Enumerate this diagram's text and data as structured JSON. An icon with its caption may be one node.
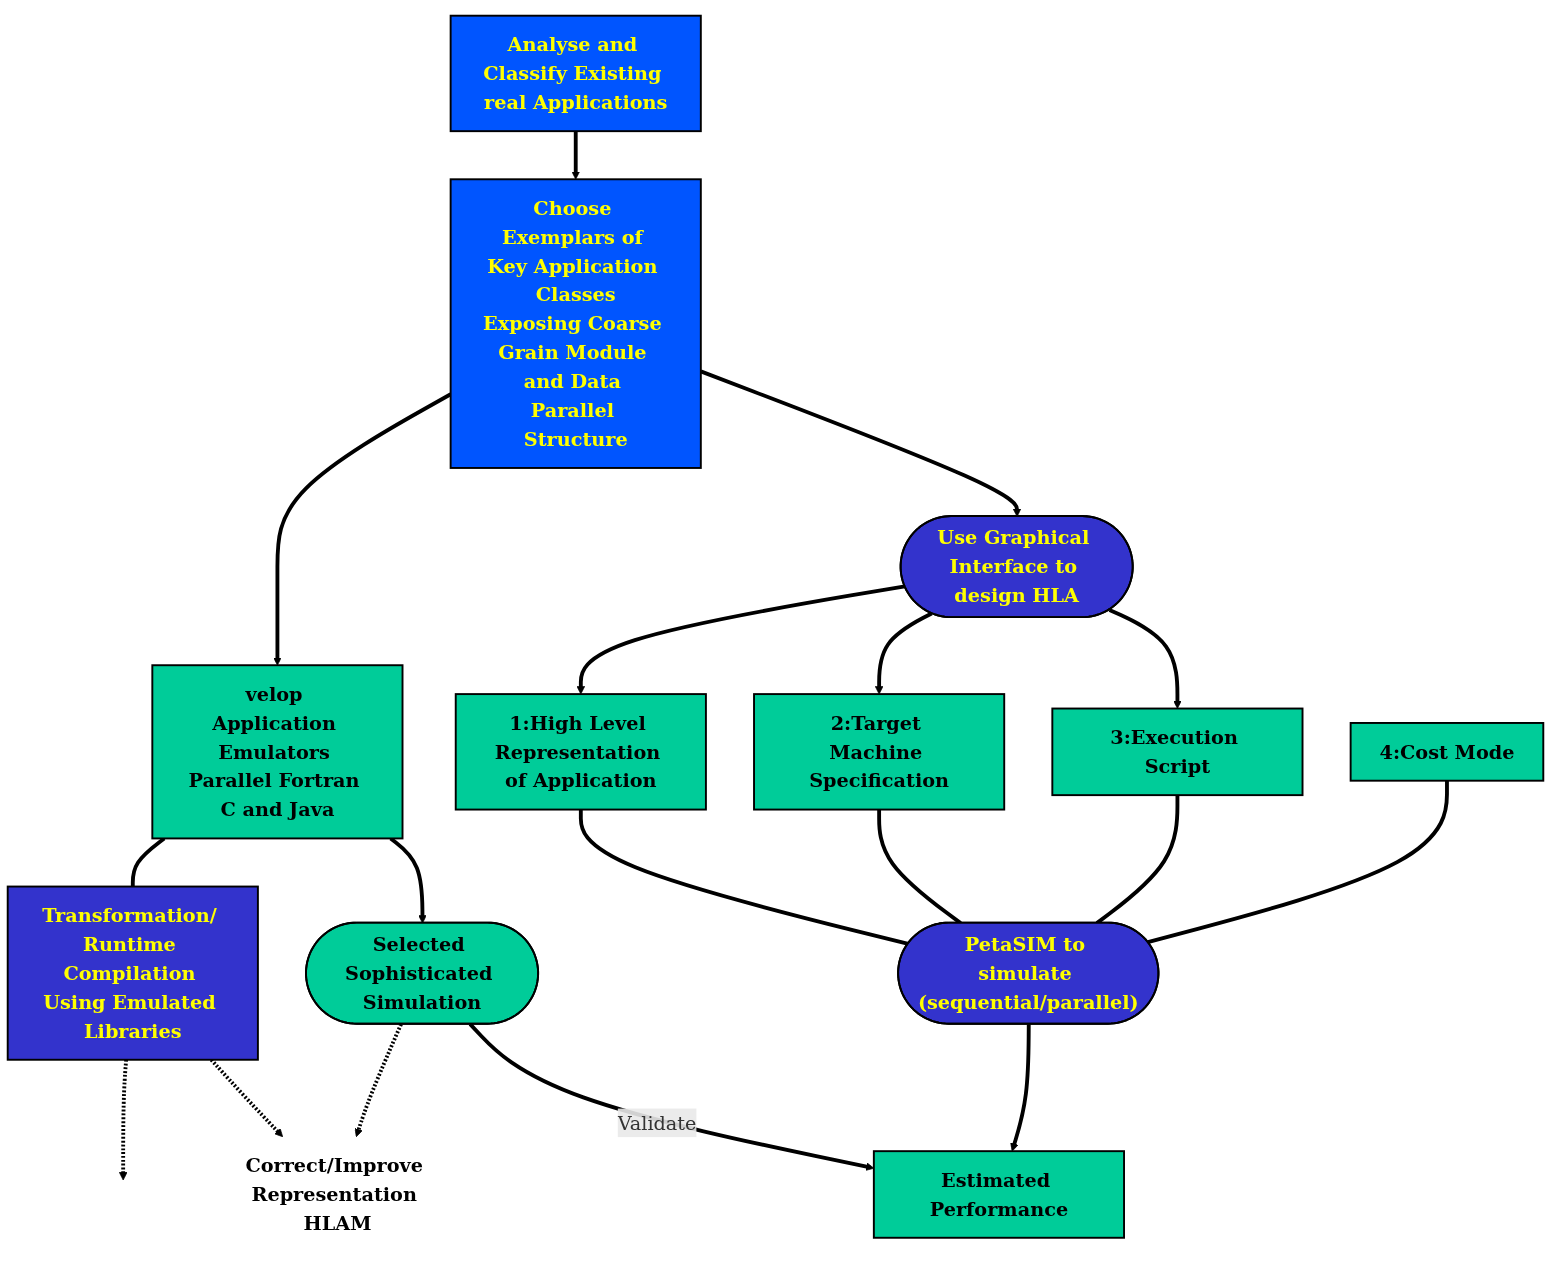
{
  "diagram": {
    "nodes": [
      {
        "text": [
          "Analyse and Classify Existing real Applications"
        ]
      },
      {
        "text": [
          "Choose Exemplars of Key Application Classes",
          "Exposing Coarse Grain Module and Data Parallel Structure"
        ]
      },
      {
        "text": [
          "velop Application Emulators Parallel Fortran C and Java"
        ]
      },
      {
        "text": [
          "Transformation/ Runtime Compilation Using Emulated Libraries"
        ]
      },
      {
        "text": [
          "Use Graphical Interface to design HLA"
        ]
      },
      {
        "text": [
          "1:High Level Representation of Application"
        ]
      },
      {
        "text": [
          "2:Target Machine Specification"
        ]
      },
      {
        "text": [
          "3:Execution Script"
        ]
      },
      {
        "text": [
          "4:Cost Mode"
        ]
      },
      {
        "text": [
          "Correct/Improve Representation HLAM"
        ]
      },
      {
        "text": [
          "Selected Sophisticated Simulation"
        ]
      },
      {
        "text": [
          "PetaSIM to simulate (sequential/parallel)"
        ]
      },
      {
        "text": [
          "Estimated Performance"
        ]
      }
    ],
    "edges": [
      {
        "from": 0,
        "to": 1,
        "arrow": "to"
      },
      {
        "from": 1,
        "to": 2,
        "arrow": "to"
      },
      {
        "from": 1,
        "to": 4,
        "arrow": "to"
      },
      {
        "from": 4,
        "to": 5,
        "arrow": "to"
      },
      {
        "from": 4,
        "to": 6,
        "arrow": "to"
      },
      {
        "from": 4,
        "to": 7,
        "arrow": "to"
      },
      {
        "from": 2,
        "to": 3,
        "arrow": "none"
      },
      {
        "from": 2,
        "to": 10,
        "arrow": "to"
      },
      {
        "from": 3,
        "to": null,
        "arrow": "to",
        "style": "dashed"
      },
      {
        "from": 3,
        "to": 9,
        "arrow": "to",
        "style": "dashed"
      },
      {
        "from": 10,
        "to": 9,
        "arrow": "to",
        "style": "dashed"
      },
      {
        "from": 7,
        "to": 11,
        "arrow": "none"
      },
      {
        "from": 5,
        "to": 11,
        "arrow": "none"
      },
      {
        "from": 6,
        "to": 11,
        "arrow": "none"
      },
      {
        "from": 8,
        "to": 11,
        "arrow": "none"
      },
      {
        "from": 11,
        "to": 12,
        "arrow": "to"
      },
      {
        "from": 10,
        "to": 12,
        "arrow": "to",
        "label": "Validate"
      }
    ]
  }
}
